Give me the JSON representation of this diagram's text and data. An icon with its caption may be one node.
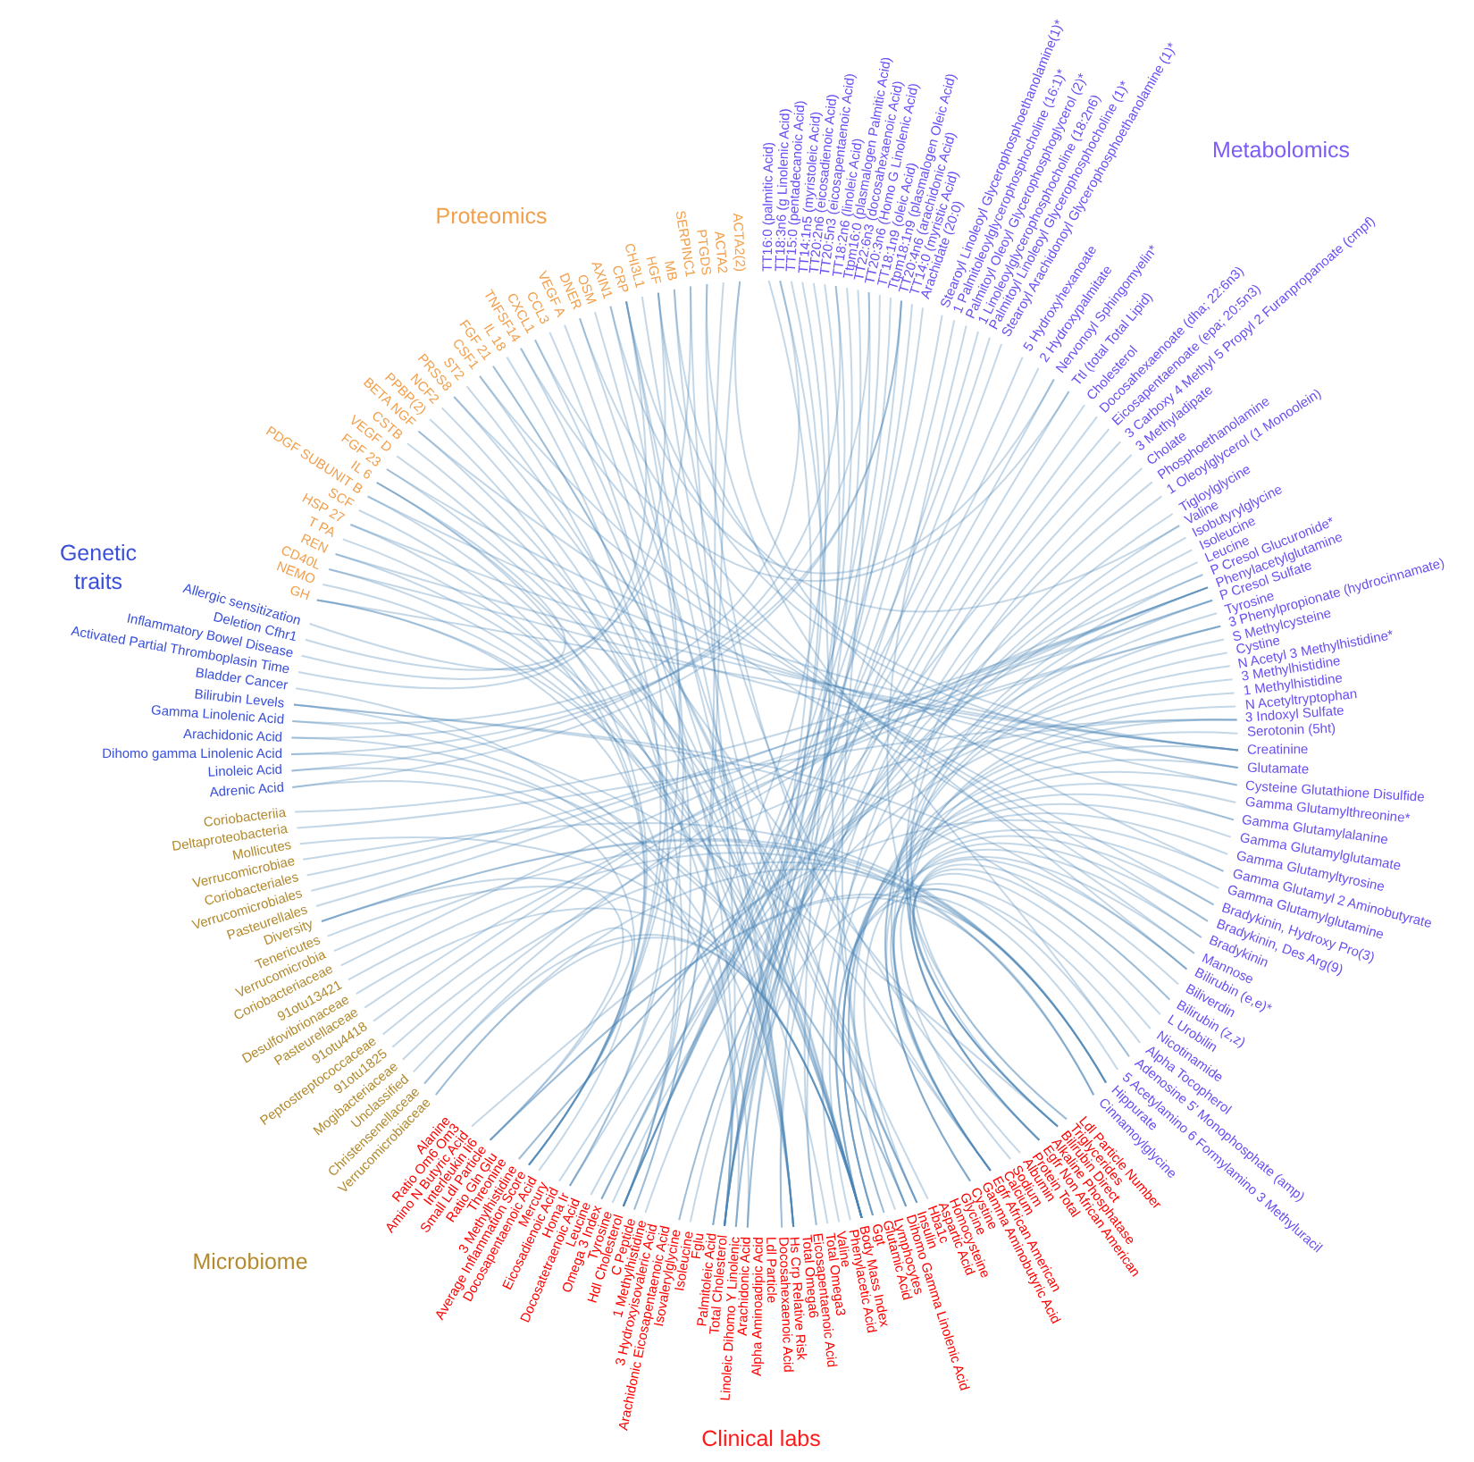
{
  "diagram": {
    "nodes": [
      {
        "text": [
          "TT16:0 (palmitic Acid)"
        ]
      },
      {
        "text": [
          "TT18:3n6 (g Linolenic Acid)"
        ]
      },
      {
        "text": [
          "TT15:0 (pentadecanoic Acid)"
        ]
      },
      {
        "text": [
          "TT14:1n5 (myristoleic Acid)"
        ]
      },
      {
        "text": [
          "TT20:2n6 (eicosadienoic Acid)"
        ]
      },
      {
        "text": [
          "TT20:5n3 (eicosapentaenoic Acid)"
        ]
      },
      {
        "text": [
          "TT18:2n6 (linoleic Acid)"
        ]
      },
      {
        "text": [
          "Ttpm16:0 (plasmalogen Palmitic Acid)"
        ]
      },
      {
        "text": [
          "TT22:6n3 (docosahexaenoic Acid)"
        ]
      },
      {
        "text": [
          "TT20:3n6 (Homo G Linolenic Acid)"
        ]
      },
      {
        "text": [
          "TT18:1n9 (oleic Acid)"
        ]
      },
      {
        "text": [
          "Ttpm18:1n9 (plasmalogen Oleic Acid)"
        ]
      },
      {
        "text": [
          "TT20:4n6 (arachidonic Acid)"
        ]
      },
      {
        "text": [
          "TT14:0 (myristic Acid)"
        ]
      },
      {
        "text": [
          "Arachidate (20:0)"
        ]
      },
      {
        "text": [
          "Stearoyl Linoleoyl Glycerophosphoethanolamine(1)*"
        ]
      },
      {
        "text": [
          "1 Palmitoleoylglycerophosphocholine (16:1)*"
        ]
      },
      {
        "text": [
          "Palmitoyl Oleoyl Glycerophosphoglycerol (2)*"
        ]
      },
      {
        "text": [
          "1 Linoleoylglycerophosphocholine (18:2n6)"
        ]
      },
      {
        "text": [
          "Palmitoyl Linoleoyl Glycerophosphocholine (1)*"
        ]
      },
      {
        "text": [
          "Stearoyl Arachidonoyl Glycerophosphoethanolamine (1)*"
        ]
      },
      {
        "text": [
          "5 Hydroxyhexanoate"
        ]
      },
      {
        "text": [
          "2 Hydroxypalmitate"
        ]
      },
      {
        "text": [
          "Nervonoyl Sphingomyelin*"
        ]
      },
      {
        "text": [
          "Ttl (total Total Lipid)"
        ]
      },
      {
        "text": [
          "Cholesterol"
        ]
      },
      {
        "text": [
          "Docosahexaenoate (dha; 22:6n3)"
        ]
      },
      {
        "text": [
          "Eicosapentaenoate (epa; 20:5n3)"
        ]
      },
      {
        "text": [
          "3 Carboxy 4 Methyl 5 Propyl 2 Furanpropanoate (cmpf)"
        ]
      },
      {
        "text": [
          "3 Methyladipate"
        ]
      },
      {
        "text": [
          "Cholate"
        ]
      },
      {
        "text": [
          "Phosphoethanolamine"
        ]
      },
      {
        "text": [
          "1 Oleoylglycerol (1 Monoolein)"
        ]
      },
      {
        "text": [
          "Tigloylglycine"
        ]
      },
      {
        "text": [
          "Valine"
        ]
      },
      {
        "text": [
          "Isobutyrylglycine"
        ]
      },
      {
        "text": [
          "Isoleucine"
        ]
      },
      {
        "text": [
          "Leucine"
        ]
      },
      {
        "text": [
          "P Cresol Glucuronide*"
        ]
      },
      {
        "text": [
          "Phenylacetylglutamine"
        ]
      },
      {
        "text": [
          "P Cresol Sulfate"
        ]
      },
      {
        "text": [
          "Tyrosine"
        ]
      },
      {
        "text": [
          "3 Phenylpropionate (hydrocinnamate)"
        ]
      },
      {
        "text": [
          "S Methylcysteine"
        ]
      },
      {
        "text": [
          "Cystine"
        ]
      },
      {
        "text": [
          "N Acetyl 3 Methylhistidine*"
        ]
      },
      {
        "text": [
          "3 Methylhistidine"
        ]
      },
      {
        "text": [
          "1 Methylhistidine"
        ]
      },
      {
        "text": [
          "N Acetyltryptophan"
        ]
      },
      {
        "text": [
          "3 Indoxyl Sulfate"
        ]
      },
      {
        "text": [
          "Serotonin (5ht)"
        ]
      },
      {
        "text": [
          "Creatinine"
        ]
      },
      {
        "text": [
          "Glutamate"
        ]
      },
      {
        "text": [
          "Cysteine Glutathione Disulfide"
        ]
      },
      {
        "text": [
          "Gamma Glutamylthreonine*"
        ]
      },
      {
        "text": [
          "Gamma Glutamylalanine"
        ]
      },
      {
        "text": [
          "Gamma Glutamylglutamate"
        ]
      },
      {
        "text": [
          "Gamma Glutamyltyrosine"
        ]
      },
      {
        "text": [
          "Gamma Glutamyl 2 Aminobutyrate"
        ]
      },
      {
        "text": [
          "Gamma Glutamylglutamine"
        ]
      },
      {
        "text": [
          "Bradykinin, Hydroxy Pro(3)"
        ]
      },
      {
        "text": [
          "Bradykinin, Des Arg(9)"
        ]
      },
      {
        "text": [
          "Bradykinin"
        ]
      },
      {
        "text": [
          "Mannose"
        ]
      },
      {
        "text": [
          "Bilirubin (e,e)*"
        ]
      },
      {
        "text": [
          "Biliverdin"
        ]
      },
      {
        "text": [
          "Bilirubin (z,z)"
        ]
      },
      {
        "text": [
          "L Urobilin"
        ]
      },
      {
        "text": [
          "Nicotinamide"
        ]
      },
      {
        "text": [
          "Alpha Tocopherol"
        ]
      },
      {
        "text": [
          "Adenosine 5' Monophosphate (amp)"
        ]
      },
      {
        "text": [
          "5 Acetylamino 6 Formylamino 3 Methyluracil"
        ]
      },
      {
        "text": [
          "Hippurate"
        ]
      },
      {
        "text": [
          "Cinnamoylglycine"
        ]
      },
      {
        "text": [
          "Ldl Particle Number"
        ]
      },
      {
        "text": [
          "Triglycerides"
        ]
      },
      {
        "text": [
          "Bilirubin Direct"
        ]
      },
      {
        "text": [
          "Alkaline Phosphatase"
        ]
      },
      {
        "text": [
          "Egfr Non African American"
        ]
      },
      {
        "text": [
          "Protein Total"
        ]
      },
      {
        "text": [
          "Albumin"
        ]
      },
      {
        "text": [
          "Sodium"
        ]
      },
      {
        "text": [
          "Calcium"
        ]
      },
      {
        "text": [
          "Egfr African American"
        ]
      },
      {
        "text": [
          "Gamma Aminobutyric Acid"
        ]
      },
      {
        "text": [
          "Cystine"
        ]
      },
      {
        "text": [
          "Glycine"
        ]
      },
      {
        "text": [
          "Homocysteine"
        ]
      },
      {
        "text": [
          "Aspartic Acid"
        ]
      },
      {
        "text": [
          "Hba1c"
        ]
      },
      {
        "text": [
          "Insulin"
        ]
      },
      {
        "text": [
          "Dihomo Gamma Linolenic Acid"
        ]
      },
      {
        "text": [
          "Lymphocytes"
        ]
      },
      {
        "text": [
          "Glutamic Acid"
        ]
      },
      {
        "text": [
          "Ggt"
        ]
      },
      {
        "text": [
          "Body Mass Index"
        ]
      },
      {
        "text": [
          "Phenylacetic Acid"
        ]
      },
      {
        "text": [
          "Valine"
        ]
      },
      {
        "text": [
          "Total Omega3"
        ]
      },
      {
        "text": [
          "Eicosapentaenoic Acid"
        ]
      },
      {
        "text": [
          "Total Omega6"
        ]
      },
      {
        "text": [
          "Hs Crp Relative Risk"
        ]
      },
      {
        "text": [
          "Docosahexaenoic Acid"
        ]
      },
      {
        "text": [
          "Ldl Particle"
        ]
      },
      {
        "text": [
          "Alpha Aminoadipic Acid"
        ]
      },
      {
        "text": [
          "Arachidonic Acid"
        ]
      },
      {
        "text": [
          "Linoleic Dihomo Y Linolenic"
        ]
      },
      {
        "text": [
          "Total Cholesterol"
        ]
      },
      {
        "text": [
          "Palmitoleic Acid"
        ]
      },
      {
        "text": [
          "Fglu"
        ]
      },
      {
        "text": [
          "Isoleucine"
        ]
      },
      {
        "text": [
          "Isovalerylglycine"
        ]
      },
      {
        "text": [
          "Arachidonic Eicosapentaenoic Acid"
        ]
      },
      {
        "text": [
          "3 Hydroxyisovaleric Acid"
        ]
      },
      {
        "text": [
          "1 Methylhistidine"
        ]
      },
      {
        "text": [
          "C Peptide"
        ]
      },
      {
        "text": [
          "Hdl Cholesterol"
        ]
      },
      {
        "text": [
          "Tyrosine"
        ]
      },
      {
        "text": [
          "Omega 3 Index"
        ]
      },
      {
        "text": [
          "Leucine"
        ]
      },
      {
        "text": [
          "Docosatetraenoic Acid"
        ]
      },
      {
        "text": [
          "Homa Ir"
        ]
      },
      {
        "text": [
          "Eicosadienoic Acid"
        ]
      },
      {
        "text": [
          "Mercury"
        ]
      },
      {
        "text": [
          "Docosapentaenoic Acid"
        ]
      },
      {
        "text": [
          "Average Inflammation Score"
        ]
      },
      {
        "text": [
          "3 Methylhistidine"
        ]
      },
      {
        "text": [
          "Threonine"
        ]
      },
      {
        "text": [
          "Ratio Gln Glu"
        ]
      },
      {
        "text": [
          "Small Ldl Particle"
        ]
      },
      {
        "text": [
          "Interleukin Ii6"
        ]
      },
      {
        "text": [
          "Amino N Butyric Acid"
        ]
      },
      {
        "text": [
          "Ratio Om6 Om3"
        ]
      },
      {
        "text": [
          "Alanine"
        ]
      },
      {
        "text": [
          "Verrucomicrobiaceae"
        ]
      },
      {
        "text": [
          "Christensenellaceae"
        ]
      },
      {
        "text": [
          "Unclassified"
        ]
      },
      {
        "text": [
          "Mogibacteriaceae"
        ]
      },
      {
        "text": [
          "91otu1825"
        ]
      },
      {
        "text": [
          "Peptostreptococcaceae"
        ]
      },
      {
        "text": [
          "91otu4418"
        ]
      },
      {
        "text": [
          "Pasteurellaceae"
        ]
      },
      {
        "text": [
          "Desulfovibrionaceae"
        ]
      },
      {
        "text": [
          "91otu13421"
        ]
      },
      {
        "text": [
          "Coriobacteriaceae"
        ]
      },
      {
        "text": [
          "Verrucomicrobia"
        ]
      },
      {
        "text": [
          "Tenericutes"
        ]
      },
      {
        "text": [
          "Diversity"
        ]
      },
      {
        "text": [
          "Pasteurellales"
        ]
      },
      {
        "text": [
          "Verrucomicrobiales"
        ]
      },
      {
        "text": [
          "Coriobacteriales"
        ]
      },
      {
        "text": [
          "Verrucomicrobiae"
        ]
      },
      {
        "text": [
          "Mollicutes"
        ]
      },
      {
        "text": [
          "Deltaproteobacteria"
        ]
      },
      {
        "text": [
          "Coriobacteriia"
        ]
      },
      {
        "text": [
          "Adrenic Acid"
        ]
      },
      {
        "text": [
          "Linoleic Acid"
        ]
      },
      {
        "text": [
          "Dihomo gamma Linolenic Acid"
        ]
      },
      {
        "text": [
          "Arachidonic Acid"
        ]
      },
      {
        "text": [
          "Gamma Linolenic Acid"
        ]
      },
      {
        "text": [
          "Bilirubin Levels"
        ]
      },
      {
        "text": [
          "Bladder Cancer"
        ]
      },
      {
        "text": [
          "Activated Partial Thromboplasin Time"
        ]
      },
      {
        "text": [
          "Inflammatory Bowel Disease"
        ]
      },
      {
        "text": [
          "Deletion Cfhr1"
        ]
      },
      {
        "text": [
          "Allergic sensitization"
        ]
      },
      {
        "text": [
          "GH"
        ]
      },
      {
        "text": [
          "NEMO"
        ]
      },
      {
        "text": [
          "CD40L"
        ]
      },
      {
        "text": [
          "REN"
        ]
      },
      {
        "text": [
          "T PA"
        ]
      },
      {
        "text": [
          "HSP 27"
        ]
      },
      {
        "text": [
          "SCF"
        ]
      },
      {
        "text": [
          "PDGF SUBUNIT B"
        ]
      },
      {
        "text": [
          "IL 6"
        ]
      },
      {
        "text": [
          "FGF 23"
        ]
      },
      {
        "text": [
          "VEGF D"
        ]
      },
      {
        "text": [
          "CSTB"
        ]
      },
      {
        "text": [
          "BETA NGF"
        ]
      },
      {
        "text": [
          "PPBP(2)"
        ]
      },
      {
        "text": [
          "NCF2"
        ]
      },
      {
        "text": [
          "PRSS8"
        ]
      },
      {
        "text": [
          "ST2"
        ]
      },
      {
        "text": [
          "CSF1"
        ]
      },
      {
        "text": [
          "FGF 21"
        ]
      },
      {
        "text": [
          "IL 18"
        ]
      },
      {
        "text": [
          "TNFSF14"
        ]
      },
      {
        "text": [
          "CXCL1"
        ]
      },
      {
        "text": [
          "CCL3"
        ]
      },
      {
        "text": [
          "VEGF A"
        ]
      },
      {
        "text": [
          "DNER"
        ]
      },
      {
        "text": [
          "OSM"
        ]
      },
      {
        "text": [
          "AXIN1"
        ]
      },
      {
        "text": [
          "CRP"
        ]
      },
      {
        "text": [
          "CHI3L1"
        ]
      },
      {
        "text": [
          "HGF"
        ]
      },
      {
        "text": [
          "MB"
        ]
      },
      {
        "text": [
          "SERPINC1"
        ]
      },
      {
        "text": [
          "PTGDS"
        ]
      },
      {
        "text": [
          "ACTA2"
        ]
      },
      {
        "text": [
          "ACTA2(2)"
        ]
      }
    ],
    "edges": [
      {
        "from": 166,
        "to": 116,
        "arrow": "none"
      },
      {
        "from": 166,
        "to": 95,
        "arrow": "none"
      },
      {
        "from": 167,
        "to": 101,
        "arrow": "none"
      },
      {
        "from": 168,
        "to": 101,
        "arrow": "none"
      },
      {
        "from": 169,
        "to": 95,
        "arrow": "none"
      },
      {
        "from": 170,
        "to": 98,
        "arrow": "none"
      },
      {
        "from": 171,
        "to": 125,
        "arrow": "none"
      },
      {
        "from": 172,
        "to": 125,
        "arrow": "none"
      },
      {
        "from": 173,
        "to": 107,
        "arrow": "none"
      },
      {
        "from": 174,
        "to": 101,
        "arrow": "none"
      },
      {
        "from": 174,
        "to": 125,
        "arrow": "none"
      },
      {
        "from": 175,
        "to": 83,
        "arrow": "none"
      },
      {
        "from": 176,
        "to": 95,
        "arrow": "none"
      },
      {
        "from": 177,
        "to": 90,
        "arrow": "none"
      },
      {
        "from": 178,
        "to": 95,
        "arrow": "none"
      },
      {
        "from": 179,
        "to": 116,
        "arrow": "none"
      },
      {
        "from": 180,
        "to": 101,
        "arrow": "none"
      },
      {
        "from": 181,
        "to": 78,
        "arrow": "none"
      },
      {
        "from": 182,
        "to": 95,
        "arrow": "none"
      },
      {
        "from": 183,
        "to": 121,
        "arrow": "none"
      },
      {
        "from": 184,
        "to": 89,
        "arrow": "none"
      },
      {
        "from": 184,
        "to": 90,
        "arrow": "none"
      },
      {
        "from": 185,
        "to": 125,
        "arrow": "none"
      },
      {
        "from": 186,
        "to": 107,
        "arrow": "none"
      },
      {
        "from": 187,
        "to": 101,
        "arrow": "none"
      },
      {
        "from": 188,
        "to": 125,
        "arrow": "none"
      },
      {
        "from": 189,
        "to": 116,
        "arrow": "none"
      },
      {
        "from": 190,
        "to": 95,
        "arrow": "none"
      },
      {
        "from": 191,
        "to": 101,
        "arrow": "none"
      },
      {
        "from": 192,
        "to": 121,
        "arrow": "none"
      },
      {
        "from": 193,
        "to": 101,
        "arrow": "none"
      },
      {
        "from": 193,
        "to": 125,
        "arrow": "none"
      },
      {
        "from": 194,
        "to": 95,
        "arrow": "none"
      },
      {
        "from": 195,
        "to": 90,
        "arrow": "none"
      },
      {
        "from": 196,
        "to": 80,
        "arrow": "none"
      },
      {
        "from": 197,
        "to": 107,
        "arrow": "none"
      },
      {
        "from": 198,
        "to": 83,
        "arrow": "none"
      },
      {
        "from": 199,
        "to": 115,
        "arrow": "none"
      },
      {
        "from": 200,
        "to": 115,
        "arrow": "none"
      },
      {
        "from": 166,
        "to": 51,
        "arrow": "none"
      },
      {
        "from": 169,
        "to": 51,
        "arrow": "none"
      },
      {
        "from": 171,
        "to": 52,
        "arrow": "none"
      },
      {
        "from": 173,
        "to": 53,
        "arrow": "none"
      },
      {
        "from": 175,
        "to": 51,
        "arrow": "none"
      },
      {
        "from": 178,
        "to": 63,
        "arrow": "none"
      },
      {
        "from": 181,
        "to": 60,
        "arrow": "none"
      },
      {
        "from": 183,
        "to": 61,
        "arrow": "none"
      },
      {
        "from": 186,
        "to": 62,
        "arrow": "none"
      },
      {
        "from": 190,
        "to": 64,
        "arrow": "none"
      },
      {
        "from": 193,
        "to": 52,
        "arrow": "none"
      },
      {
        "from": 195,
        "to": 34,
        "arrow": "none"
      },
      {
        "from": 196,
        "to": 51,
        "arrow": "none"
      },
      {
        "from": 198,
        "to": 70,
        "arrow": "none"
      },
      {
        "from": 200,
        "to": 58,
        "arrow": "none"
      },
      {
        "from": 187,
        "to": 24,
        "arrow": "none"
      },
      {
        "from": 192,
        "to": 23,
        "arrow": "none"
      },
      {
        "from": 168,
        "to": 55,
        "arrow": "none"
      },
      {
        "from": 0,
        "to": 108,
        "arrow": "none"
      },
      {
        "from": 1,
        "to": 91,
        "arrow": "none"
      },
      {
        "from": 2,
        "to": 107,
        "arrow": "none"
      },
      {
        "from": 3,
        "to": 108,
        "arrow": "none"
      },
      {
        "from": 4,
        "to": 122,
        "arrow": "none"
      },
      {
        "from": 5,
        "to": 99,
        "arrow": "none"
      },
      {
        "from": 6,
        "to": 106,
        "arrow": "none"
      },
      {
        "from": 7,
        "to": 107,
        "arrow": "none"
      },
      {
        "from": 8,
        "to": 102,
        "arrow": "none"
      },
      {
        "from": 9,
        "to": 91,
        "arrow": "none"
      },
      {
        "from": 10,
        "to": 118,
        "arrow": "none"
      },
      {
        "from": 11,
        "to": 116,
        "arrow": "none"
      },
      {
        "from": 12,
        "to": 105,
        "arrow": "none"
      },
      {
        "from": 13,
        "to": 107,
        "arrow": "none"
      },
      {
        "from": 14,
        "to": 118,
        "arrow": "none"
      },
      {
        "from": 15,
        "to": 116,
        "arrow": "none"
      },
      {
        "from": 16,
        "to": 108,
        "arrow": "none"
      },
      {
        "from": 17,
        "to": 75,
        "arrow": "none"
      },
      {
        "from": 18,
        "to": 106,
        "arrow": "none"
      },
      {
        "from": 19,
        "to": 116,
        "arrow": "none"
      },
      {
        "from": 20,
        "to": 105,
        "arrow": "none"
      },
      {
        "from": 21,
        "to": 121,
        "arrow": "none"
      },
      {
        "from": 22,
        "to": 116,
        "arrow": "none"
      },
      {
        "from": 23,
        "to": 116,
        "arrow": "none"
      },
      {
        "from": 24,
        "to": 107,
        "arrow": "none"
      },
      {
        "from": 25,
        "to": 107,
        "arrow": "none"
      },
      {
        "from": 26,
        "to": 102,
        "arrow": "none"
      },
      {
        "from": 27,
        "to": 99,
        "arrow": "none"
      },
      {
        "from": 28,
        "to": 118,
        "arrow": "none"
      },
      {
        "from": 29,
        "to": 95,
        "arrow": "none"
      },
      {
        "from": 30,
        "to": 76,
        "arrow": "none"
      },
      {
        "from": 31,
        "to": 107,
        "arrow": "none"
      },
      {
        "from": 32,
        "to": 75,
        "arrow": "none"
      },
      {
        "from": 33,
        "to": 111,
        "arrow": "none"
      },
      {
        "from": 34,
        "to": 97,
        "arrow": "none"
      },
      {
        "from": 35,
        "to": 111,
        "arrow": "none"
      },
      {
        "from": 36,
        "to": 110,
        "arrow": "none"
      },
      {
        "from": 37,
        "to": 119,
        "arrow": "none"
      },
      {
        "from": 38,
        "to": 78,
        "arrow": "none"
      },
      {
        "from": 39,
        "to": 83,
        "arrow": "none"
      },
      {
        "from": 40,
        "to": 78,
        "arrow": "none"
      },
      {
        "from": 41,
        "to": 117,
        "arrow": "none"
      },
      {
        "from": 42,
        "to": 96,
        "arrow": "none"
      },
      {
        "from": 43,
        "to": 85,
        "arrow": "none"
      },
      {
        "from": 44,
        "to": 85,
        "arrow": "none"
      },
      {
        "from": 45,
        "to": 126,
        "arrow": "none"
      },
      {
        "from": 46,
        "to": 126,
        "arrow": "none"
      },
      {
        "from": 47,
        "to": 114,
        "arrow": "none"
      },
      {
        "from": 48,
        "to": 78,
        "arrow": "none"
      },
      {
        "from": 49,
        "to": 83,
        "arrow": "none"
      },
      {
        "from": 50,
        "to": 92,
        "arrow": "none"
      },
      {
        "from": 51,
        "to": 78,
        "arrow": "none"
      },
      {
        "from": 52,
        "to": 93,
        "arrow": "none"
      },
      {
        "from": 53,
        "to": 85,
        "arrow": "none"
      },
      {
        "from": 54,
        "to": 94,
        "arrow": "none"
      },
      {
        "from": 55,
        "to": 94,
        "arrow": "none"
      },
      {
        "from": 56,
        "to": 93,
        "arrow": "none"
      },
      {
        "from": 57,
        "to": 94,
        "arrow": "none"
      },
      {
        "from": 58,
        "to": 131,
        "arrow": "none"
      },
      {
        "from": 59,
        "to": 94,
        "arrow": "none"
      },
      {
        "from": 60,
        "to": 81,
        "arrow": "none"
      },
      {
        "from": 61,
        "to": 83,
        "arrow": "none"
      },
      {
        "from": 62,
        "to": 83,
        "arrow": "none"
      },
      {
        "from": 63,
        "to": 90,
        "arrow": "none"
      },
      {
        "from": 64,
        "to": 76,
        "arrow": "none"
      },
      {
        "from": 65,
        "to": 76,
        "arrow": "none"
      },
      {
        "from": 66,
        "to": 76,
        "arrow": "none"
      },
      {
        "from": 67,
        "to": 76,
        "arrow": "none"
      },
      {
        "from": 68,
        "to": 95,
        "arrow": "none"
      },
      {
        "from": 69,
        "to": 107,
        "arrow": "none"
      },
      {
        "from": 70,
        "to": 83,
        "arrow": "none"
      },
      {
        "from": 71,
        "to": 95,
        "arrow": "none"
      },
      {
        "from": 72,
        "to": 129,
        "arrow": "none"
      },
      {
        "from": 73,
        "to": 129,
        "arrow": "none"
      },
      {
        "from": 155,
        "to": 124,
        "arrow": "none"
      },
      {
        "from": 155,
        "to": 12,
        "arrow": "none"
      },
      {
        "from": 156,
        "to": 6,
        "arrow": "none"
      },
      {
        "from": 156,
        "to": 106,
        "arrow": "none"
      },
      {
        "from": 157,
        "to": 9,
        "arrow": "none"
      },
      {
        "from": 157,
        "to": 91,
        "arrow": "none"
      },
      {
        "from": 158,
        "to": 12,
        "arrow": "none"
      },
      {
        "from": 158,
        "to": 105,
        "arrow": "none"
      },
      {
        "from": 159,
        "to": 1,
        "arrow": "none"
      },
      {
        "from": 159,
        "to": 91,
        "arrow": "none"
      },
      {
        "from": 160,
        "to": 64,
        "arrow": "none"
      },
      {
        "from": 160,
        "to": 66,
        "arrow": "none"
      },
      {
        "from": 160,
        "to": 76,
        "arrow": "none"
      },
      {
        "from": 161,
        "to": 101,
        "arrow": "none"
      },
      {
        "from": 162,
        "to": 195,
        "arrow": "none"
      },
      {
        "from": 163,
        "to": 193,
        "arrow": "none"
      },
      {
        "from": 164,
        "to": 197,
        "arrow": "none"
      },
      {
        "from": 165,
        "to": 174,
        "arrow": "none"
      },
      {
        "from": 134,
        "to": 72,
        "arrow": "none"
      },
      {
        "from": 135,
        "to": 95,
        "arrow": "none"
      },
      {
        "from": 136,
        "to": 39,
        "arrow": "none"
      },
      {
        "from": 137,
        "to": 49,
        "arrow": "none"
      },
      {
        "from": 138,
        "to": 72,
        "arrow": "none"
      },
      {
        "from": 139,
        "to": 40,
        "arrow": "none"
      },
      {
        "from": 140,
        "to": 38,
        "arrow": "none"
      },
      {
        "from": 141,
        "to": 42,
        "arrow": "none"
      },
      {
        "from": 142,
        "to": 95,
        "arrow": "none"
      },
      {
        "from": 143,
        "to": 73,
        "arrow": "none"
      },
      {
        "from": 144,
        "to": 39,
        "arrow": "none"
      },
      {
        "from": 145,
        "to": 72,
        "arrow": "none"
      },
      {
        "from": 146,
        "to": 95,
        "arrow": "none"
      },
      {
        "from": 147,
        "to": 72,
        "arrow": "none"
      },
      {
        "from": 147,
        "to": 73,
        "arrow": "none"
      },
      {
        "from": 148,
        "to": 42,
        "arrow": "none"
      },
      {
        "from": 149,
        "to": 39,
        "arrow": "none"
      },
      {
        "from": 150,
        "to": 40,
        "arrow": "none"
      },
      {
        "from": 151,
        "to": 72,
        "arrow": "none"
      },
      {
        "from": 152,
        "to": 95,
        "arrow": "none"
      },
      {
        "from": 153,
        "to": 49,
        "arrow": "none"
      },
      {
        "from": 154,
        "to": 39,
        "arrow": "none"
      },
      {
        "from": 134,
        "to": 95,
        "arrow": "none"
      },
      {
        "from": 135,
        "to": 129,
        "arrow": "none"
      },
      {
        "from": 147,
        "to": 129,
        "arrow": "none"
      }
    ],
    "labels": [
      "Proteomics",
      "Metabolomics",
      "Genetic traits",
      "Microbiome",
      "Clinical labs"
    ]
  }
}
